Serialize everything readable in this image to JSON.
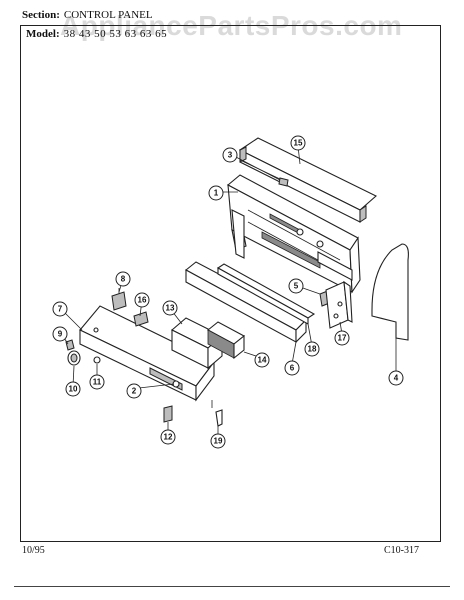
{
  "watermark": "AppliancePartsPros.com",
  "section": {
    "label": "Section:",
    "value": "CONTROL PANEL"
  },
  "model": {
    "label": "Model:",
    "value": "38 43 50 53 63 63 65"
  },
  "footer": {
    "date": "10/95",
    "code": "C10-317"
  },
  "callouts": [
    "1",
    "2",
    "3",
    "4",
    "5",
    "6",
    "7",
    "8",
    "9",
    "10",
    "11",
    "12",
    "13",
    "14",
    "15",
    "16",
    "17",
    "18",
    "19"
  ]
}
